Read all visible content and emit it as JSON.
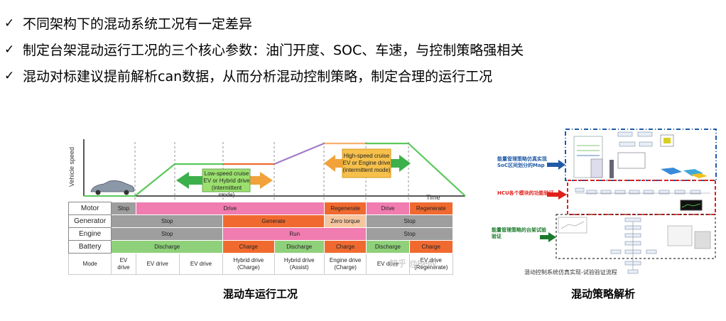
{
  "bullets": [
    "不同架构下的混动系统工况有一定差异",
    "制定台架混动运行工况的三个核心参数：油门开度、SOC、车速，与控制策略强相关",
    "混动对标建议提前解析can数据，从而分析混动控制策略，制定合理的运行工况"
  ],
  "check_glyph": "✓",
  "left_diagram": {
    "y_axis_label": "Vehicle speed",
    "x_axis_label": "Time",
    "low_speed_box": [
      "Low-speed cruise",
      "EV or Hybrid drive",
      "(intermittent mode)"
    ],
    "high_speed_box": [
      "High-speed cruise",
      "EV or Engine drive",
      "(intermittent mode)"
    ],
    "rows": [
      {
        "label": "Motor",
        "cells": [
          "Stop",
          "Drive",
          "Regenerate",
          "Drive",
          "Regenerate"
        ]
      },
      {
        "label": "Generator",
        "cells": [
          "Stop",
          "Generate",
          "Zero torque",
          "Stop"
        ]
      },
      {
        "label": "Engine",
        "cells": [
          "Stop",
          "Run",
          "Stop"
        ]
      },
      {
        "label": "Battery",
        "cells": [
          "Discharge",
          "Charge",
          "Discharge",
          "Charge",
          "Discharge",
          "Charge"
        ]
      }
    ],
    "mode_row": {
      "label": "Mode",
      "cells": [
        "EV drive",
        "EV drive",
        "EV drive",
        "Hybrid drive (Charge)",
        "Hybrid drive (Assist)",
        "Engine drive (Charge)",
        "EV drive",
        "EV drive (Regenerate)"
      ]
    },
    "watermark": "知乎 @Befly",
    "caption": "混动车运行工况"
  },
  "right_diagram": {
    "annot_1": [
      "能量管理策略仿真实现",
      "SoC区间划分的Map"
    ],
    "annot_2": "HCU各个模块的功能验证",
    "annot_3": [
      "能量管理策略的台架试验",
      "验证"
    ],
    "figure_caption": "混动控制系统仿真实现-试验验证流程",
    "caption": "混动策略解析",
    "colors": {
      "blue": "#1f5aa6",
      "red": "#e0201a",
      "green": "#1a7a2a",
      "black": "#222222"
    }
  }
}
